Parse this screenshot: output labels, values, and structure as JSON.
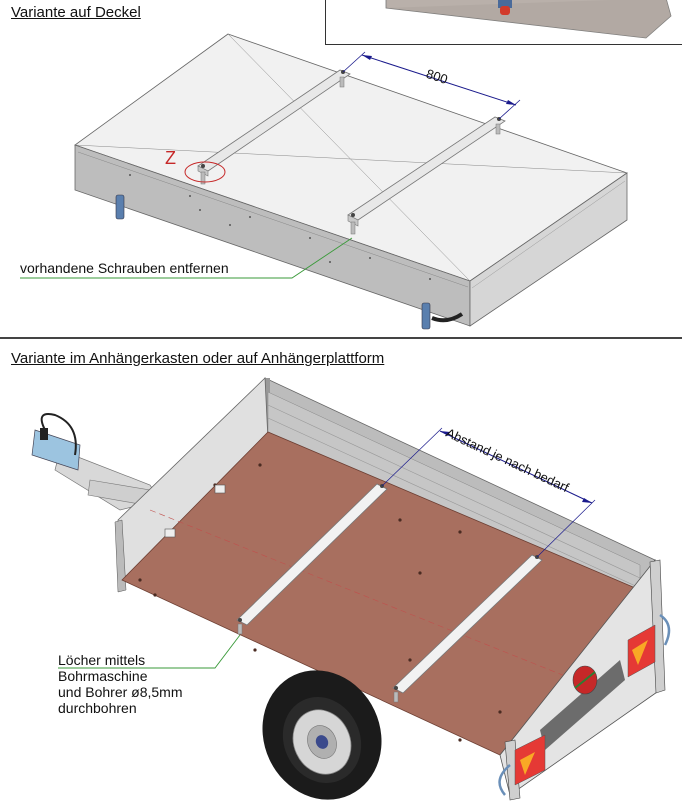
{
  "top_section": {
    "title": "Variante auf Deckel",
    "dimension_label": "800",
    "detail_marker": "Z",
    "callout": "vorhandene Schrauben entfernen"
  },
  "bottom_section": {
    "title": "Variante im Anhängerkasten oder auf Anhängerplattform",
    "dimension_label": "Abstand je nach bedarf",
    "callout_lines": [
      "Löcher mittels",
      "Bohrmaschine",
      "und Bohrer ø8,5mm",
      "durchbohren"
    ]
  },
  "colors": {
    "dimension_line": "#1a1a8c",
    "leader_line": "#3a9a3a",
    "detail_marker": "#c62828",
    "floor_board": "#a86f5f",
    "panel_gray": "#c9c9c9",
    "lid_white": "#f2f2f2"
  }
}
